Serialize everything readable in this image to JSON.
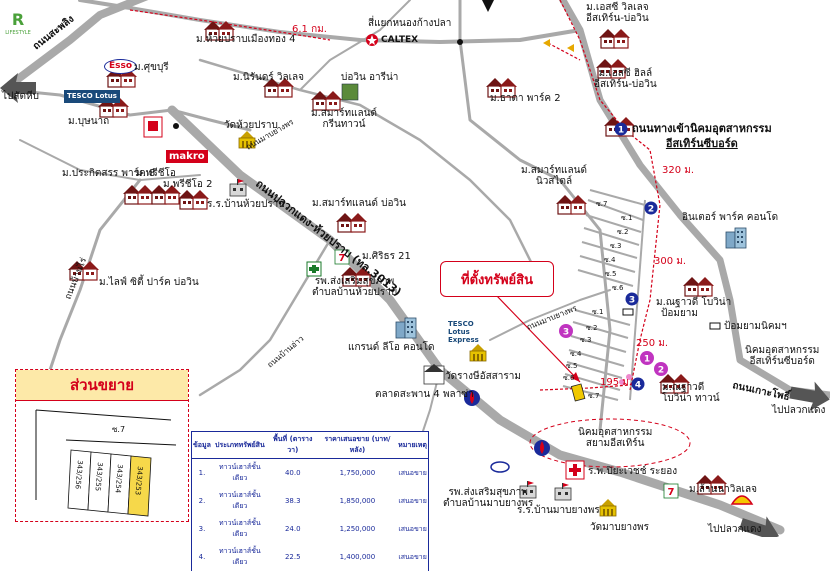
{
  "logos": {
    "lifestyle": "LIFESTYLE",
    "esso": "Esso",
    "tesco_lotus": "TESCO Lotus",
    "makro": "makro",
    "caltex": "CALTEX",
    "tesco_express": "TESCO Lotus Express"
  },
  "roads": {
    "top_left": "ถนนสะพลิง",
    "highway": "ถนนปลวกแดง-ห้วยปราบ (ทล.3013)",
    "estate_entrance_line1": "ถนนทางเข้านิคมอุตสาหกรรม",
    "estate_entrance_line2": "อีสเทิร์นซีบอร์ด",
    "ban_rai": "ถนนบ้านไร่",
    "ban_nong_ka": "ถนนมาบยางพร",
    "ban_ao": "ถนนบ้านอ่าว",
    "right_lower": "ถนนเกาะโพธิ์",
    "pla_khan": "ถนนมาบยางพร"
  },
  "labels": {
    "m_huai_prap": "ม.ห้วยปราบเมืองทอง 4",
    "m_sukhburi": "ม.ศุขบุรี",
    "pai_sattahip": "ไปสัตหีบ",
    "m_bunchai": "ม.บุษนาถ",
    "m_nirun": "ม.นิรันดร์ วิลเลจ",
    "bo_win_arena": "บ่อวิน อารีน่า",
    "m_smart_green_line1": "ม.สมาร์ทแลนด์",
    "m_smart_green_line2": "กรีนทาวน์",
    "wat_huai_prap": "วัดห้วยปราบ",
    "m_prakrit": "ม.ประกิตสรร พาร์ค 8",
    "m_priti": "ม.พรีชีโอ",
    "m_priti2": "ม.พรีชีโอ 2",
    "rr_ban_huai_prap": "ร.ร.บ้านห้วยปราบ",
    "m_smart_bo_win": "ม.สมาร์ทแลนด์ บ่อวิน",
    "m_sirin": "ม.ศิริธร 21",
    "rph_sukhumvit_line1": "รพ.ส่งเสริมสุขภาพ",
    "rph_sukhumvit_line2": "ตำบลบ้านห้วยปราบ",
    "m_life_city": "ม.ไลฟ์ ซิตี้ ปาร์ค บ่อวิน",
    "grand_lio": "แกรนด์ ลีโอ คอนโด",
    "flea_market": "ตลาดสะพาน 4 พลาซ่า",
    "m_rajapark": "ม.ธาดา พาร์ค 2",
    "m_smartland_style_line1": "ม.สมาร์ทแลนด์",
    "m_smartland_style_line2": "นิวสไตล์",
    "m_esc_village_line1": "ม.เอสซี วิลเลจ",
    "m_esc_village_line2": "อีสเทิร์น-บ่อวิน",
    "m_esc_hill_line1": "ม.เอสซี ฮิลล์",
    "m_esc_hill_line2": "อีสเทิร์น-บ่อวิน",
    "sam_yaek": "สี่แยกหนองก้างปลา",
    "intersect_park": "อินเตอร์ พาร์ค คอนโด",
    "m_nonthawat_bowina": "ม.ณฐาวดี โบวิน่า",
    "guard_post": "ป้อมยาม",
    "guard_post_estate": "ป้อมยามนิคมฯ",
    "estate_line1": "นิคมอุตสาหกรรม",
    "estate_line2": "อีสเทิร์นซีบอร์ด",
    "pai_pluak_daeng": "ไปปลวกแดง",
    "m_nonthawat_bowina_town_line1": "ม.ณฐาวดี",
    "m_nonthawat_bowina_town_line2": "โบวิน่า ทาวน์",
    "wat_amphawan": "วัดรางษีอัสสาราม",
    "estate2_line1": "นิคมอุตสาหกรรม",
    "estate2_line2": "สยามอีสเทิร์น",
    "rph_kasem": "ร.พ.ปิยะเวชช์ ระยอง",
    "rph_sukhumvit2_line1": "รพ.ส่งเสริมสุขภาพ",
    "rph_sukhumvit2_line2": "ตำบลบ้านมาบยางพร",
    "rr_ban_nong_yai": "ร.ร.บ้านมาบยางพร",
    "wat_ban_nong_yai": "วัดมาบยางพร",
    "m_lanna_village": "ม.ล้านนาวิลเลจ",
    "pai_pluak_daeng2": "ไปปลวกแดง"
  },
  "distances": {
    "d_6_1": "6.1 กม.",
    "d_320": "320 ม.",
    "d_300": "300 ม.",
    "d_250": "250 ม.",
    "d_195": "195 ม."
  },
  "soi": [
    "ซ.1",
    "ซ.2",
    "ซ.3",
    "ซ.4",
    "ซ.5",
    "ซ.6",
    "ซ.7"
  ],
  "soi_right": [
    "ซ.1",
    "ซ.2",
    "ซ.3",
    "ซ.4",
    "ซ.5",
    "ซ.6",
    "ซ.7"
  ],
  "property_label": "ที่ตั้งทรัพย์สิน",
  "badges": {
    "b1": "1",
    "b2": "2",
    "b3": "3",
    "b4": "4"
  },
  "purple_badges": {
    "p1": "1",
    "p2": "2",
    "p3": "3"
  },
  "inset": {
    "title": "ส่วนขยาย",
    "soi_label": "ซ.7",
    "plots": [
      "343/256",
      "343/255",
      "343/254",
      "343/253"
    ]
  },
  "table": {
    "headers": [
      "ข้อมูล",
      "ประเภททรัพย์สิน",
      "พื้นที่ (ตารางวา)",
      "ราคาเสนอขาย (บาท/หลัง)",
      "หมายเหตุ"
    ],
    "rows": [
      [
        "1.",
        "ทาวน์เฮาส์ชั้นเดียว",
        "40.0",
        "1,750,000",
        "เสนอขาย"
      ],
      [
        "2.",
        "ทาวน์เฮาส์ชั้นเดียว",
        "38.3",
        "1,850,000",
        "เสนอขาย"
      ],
      [
        "3.",
        "ทาวน์เฮาส์ชั้นเดียว",
        "24.0",
        "1,250,000",
        "เสนอขาย"
      ],
      [
        "4.",
        "ทาวน์เฮาส์ชั้นเดียว",
        "22.5",
        "1,400,000",
        "เสนอขาย"
      ]
    ]
  },
  "colors": {
    "road": "#a9a9a9",
    "property_red": "#d4001a",
    "badge_blue": "#1a2a9a",
    "badge_purple": "#c034c0",
    "building": "#8b1a1a"
  }
}
